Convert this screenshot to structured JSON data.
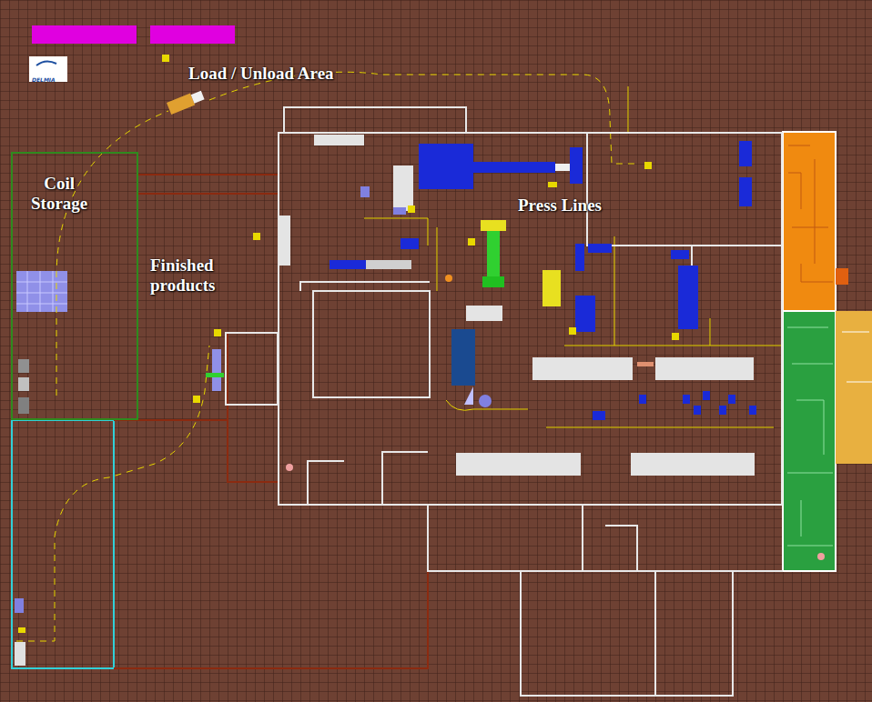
{
  "diagram": {
    "nodes": [
      {
        "text": [
          "Coil Storage"
        ]
      },
      {
        "text": [
          "Press Lines"
        ]
      }
    ],
    "labels": [
      "DELMIA",
      "Load / Unload Area",
      "Finished products"
    ]
  }
}
